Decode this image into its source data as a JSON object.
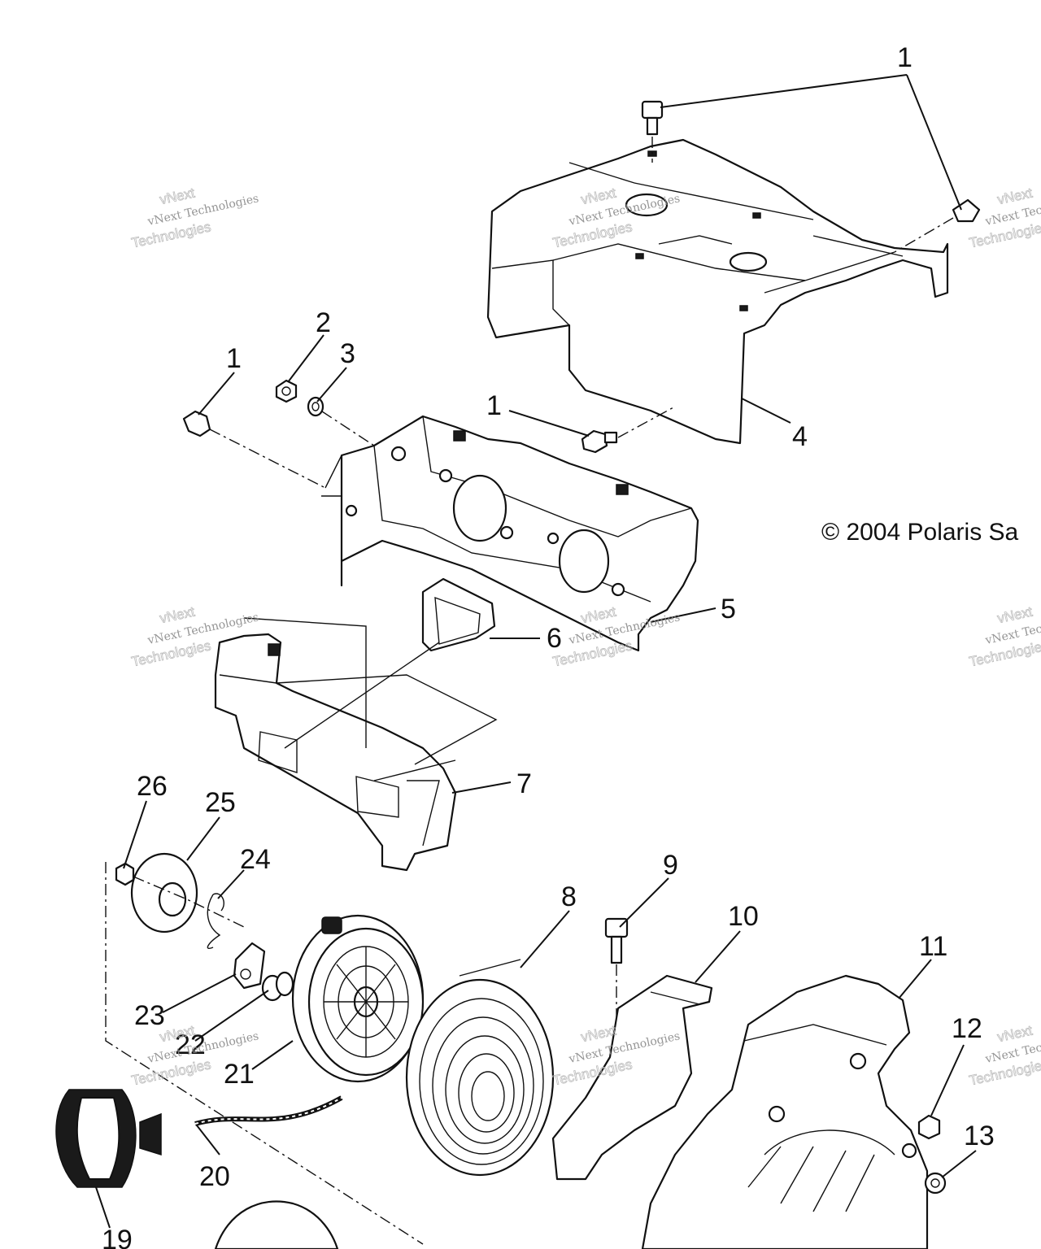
{
  "copyright": "© 2004 Polaris Sa",
  "watermark": {
    "line1": "vNext Technologies",
    "line2": "vNext",
    "line3": "Technologies"
  },
  "callouts": {
    "c1_top": "1",
    "c1_left": "1",
    "c1_mid": "1",
    "c2": "2",
    "c3": "3",
    "c4": "4",
    "c5": "5",
    "c6": "6",
    "c7": "7",
    "c8": "8",
    "c9": "9",
    "c10": "10",
    "c11": "11",
    "c12": "12",
    "c13": "13",
    "c19": "19",
    "c20": "20",
    "c21": "21",
    "c22": "22",
    "c23": "23",
    "c24": "24",
    "c25": "25",
    "c26": "26"
  }
}
